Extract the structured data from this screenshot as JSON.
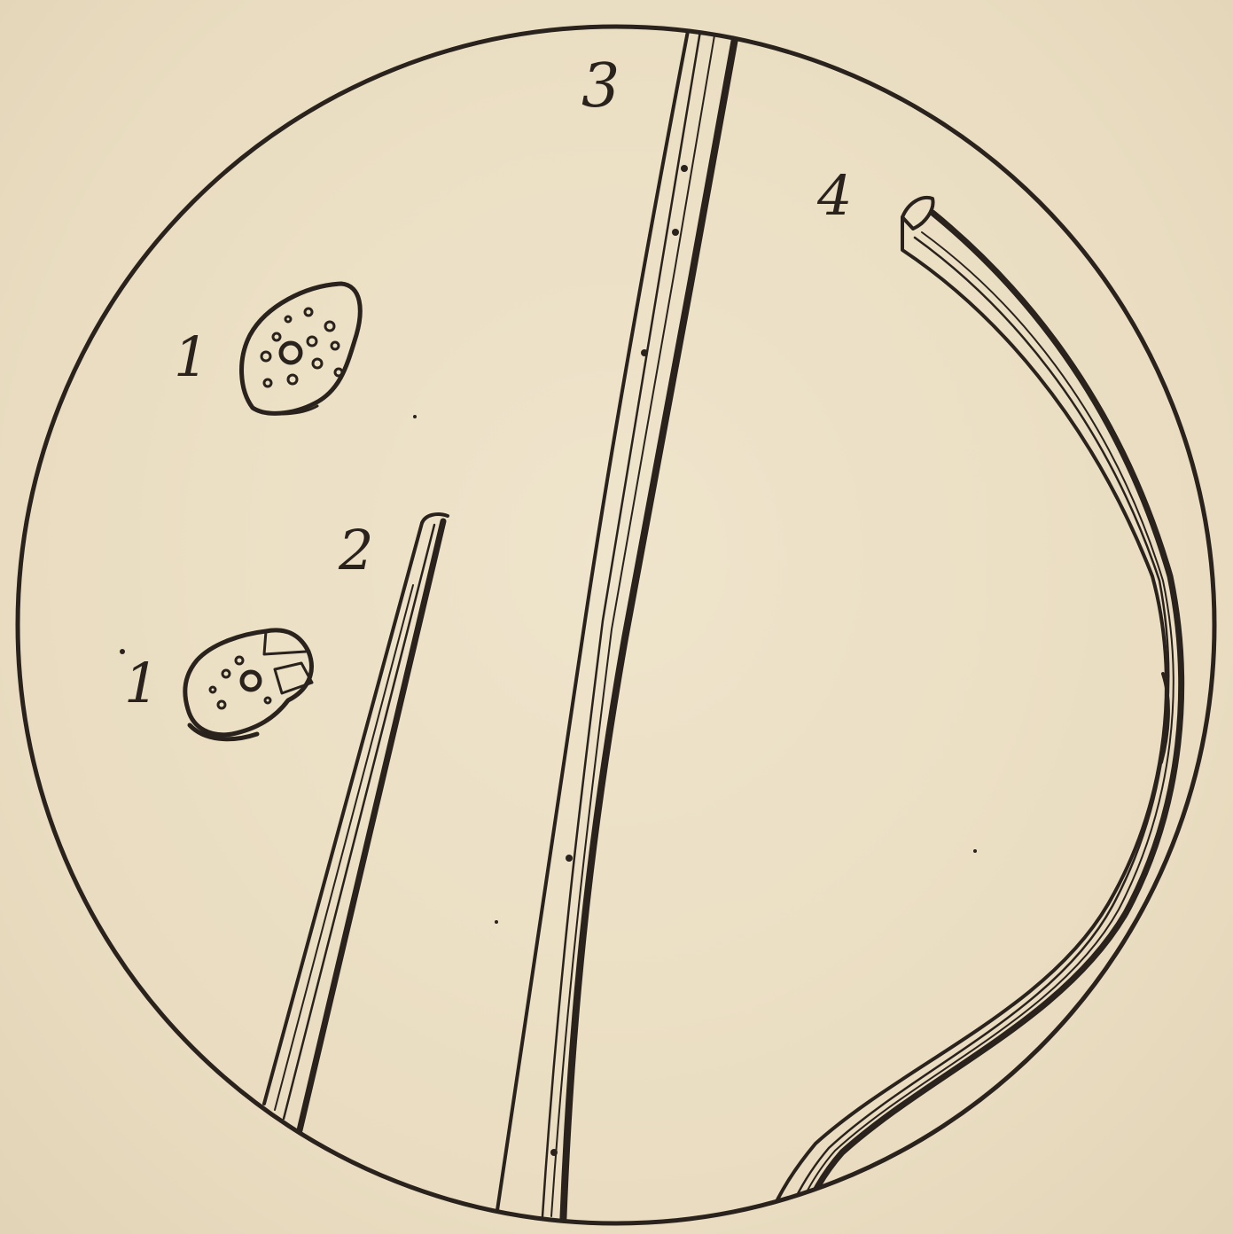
{
  "figure": {
    "labels": {
      "granule_a": "1",
      "granule_b": "1",
      "fiber_short": "2",
      "fiber_long": "3",
      "fiber_curved": "4"
    },
    "colors": {
      "paper": "#ece1c6",
      "ink": "#2a221c"
    }
  }
}
